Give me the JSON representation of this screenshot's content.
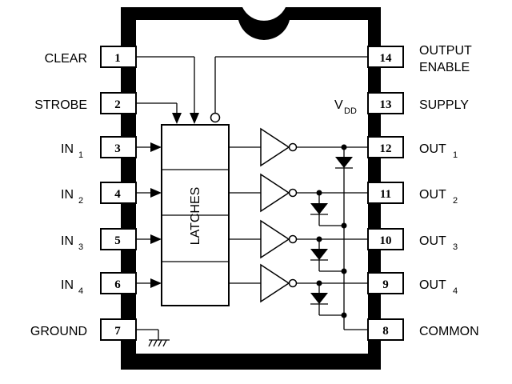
{
  "pins_left": [
    {
      "num": "1",
      "name": "CLEAR",
      "sub": ""
    },
    {
      "num": "2",
      "name": "STROBE",
      "sub": ""
    },
    {
      "num": "3",
      "name": "IN",
      "sub": "1"
    },
    {
      "num": "4",
      "name": "IN",
      "sub": "2"
    },
    {
      "num": "5",
      "name": "IN",
      "sub": "3"
    },
    {
      "num": "6",
      "name": "IN",
      "sub": "4"
    },
    {
      "num": "7",
      "name": "GROUND",
      "sub": ""
    }
  ],
  "pins_right": [
    {
      "num": "14",
      "name": "OUTPUT",
      "name2": "ENABLE",
      "sub": ""
    },
    {
      "num": "13",
      "name": "SUPPLY",
      "sub": ""
    },
    {
      "num": "12",
      "name": "OUT",
      "sub": "1"
    },
    {
      "num": "11",
      "name": "OUT",
      "sub": "2"
    },
    {
      "num": "10",
      "name": "OUT",
      "sub": "3"
    },
    {
      "num": "9",
      "name": "OUT",
      "sub": "4"
    },
    {
      "num": "8",
      "name": "COMMON",
      "sub": ""
    }
  ],
  "vdd": {
    "main": "V",
    "sub": "DD"
  },
  "latches_label": "LATCHES"
}
